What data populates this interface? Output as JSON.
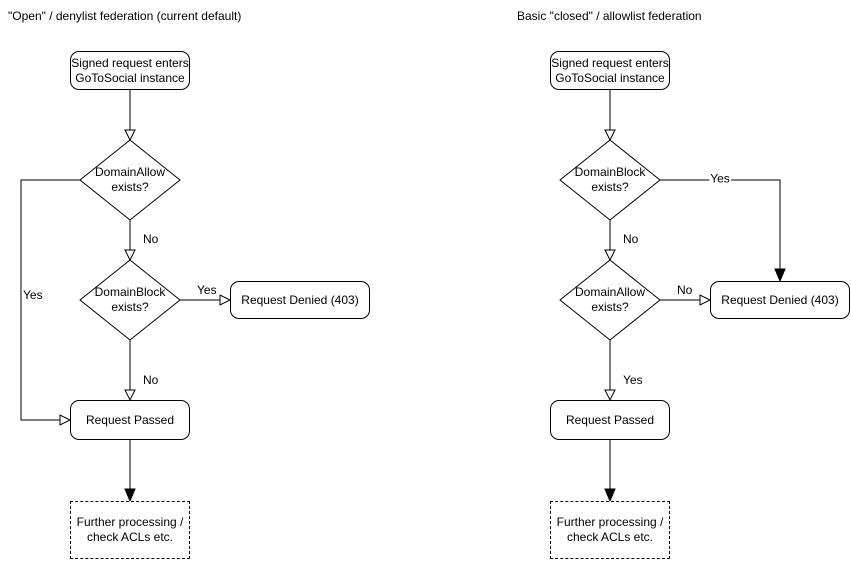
{
  "diagram": {
    "colors": {
      "stroke": "#000000",
      "background": "#ffffff"
    },
    "left": {
      "title": "\"Open\" / denylist federation (current default)",
      "start": "Signed request enters\nGoToSocial instance",
      "decision1": "DomainAllow\nexists?",
      "decision1_no": "No",
      "decision1_yes": "Yes",
      "decision2": "DomainBlock\nexists?",
      "decision2_yes": "Yes",
      "decision2_no": "No",
      "denied": "Request Denied (403)",
      "passed": "Request Passed",
      "further": "Further processing /\ncheck ACLs etc."
    },
    "right": {
      "title": "Basic \"closed\" / allowlist federation",
      "start": "Signed request enters\nGoToSocial instance",
      "decision1": "DomainBlock\nexists?",
      "decision1_yes": "Yes",
      "decision1_no": "No",
      "decision2": "DomainAllow\nexists?",
      "decision2_no": "No",
      "decision2_yes": "Yes",
      "denied": "Request Denied (403)",
      "passed": "Request Passed",
      "further": "Further processing /\ncheck ACLs etc."
    }
  }
}
